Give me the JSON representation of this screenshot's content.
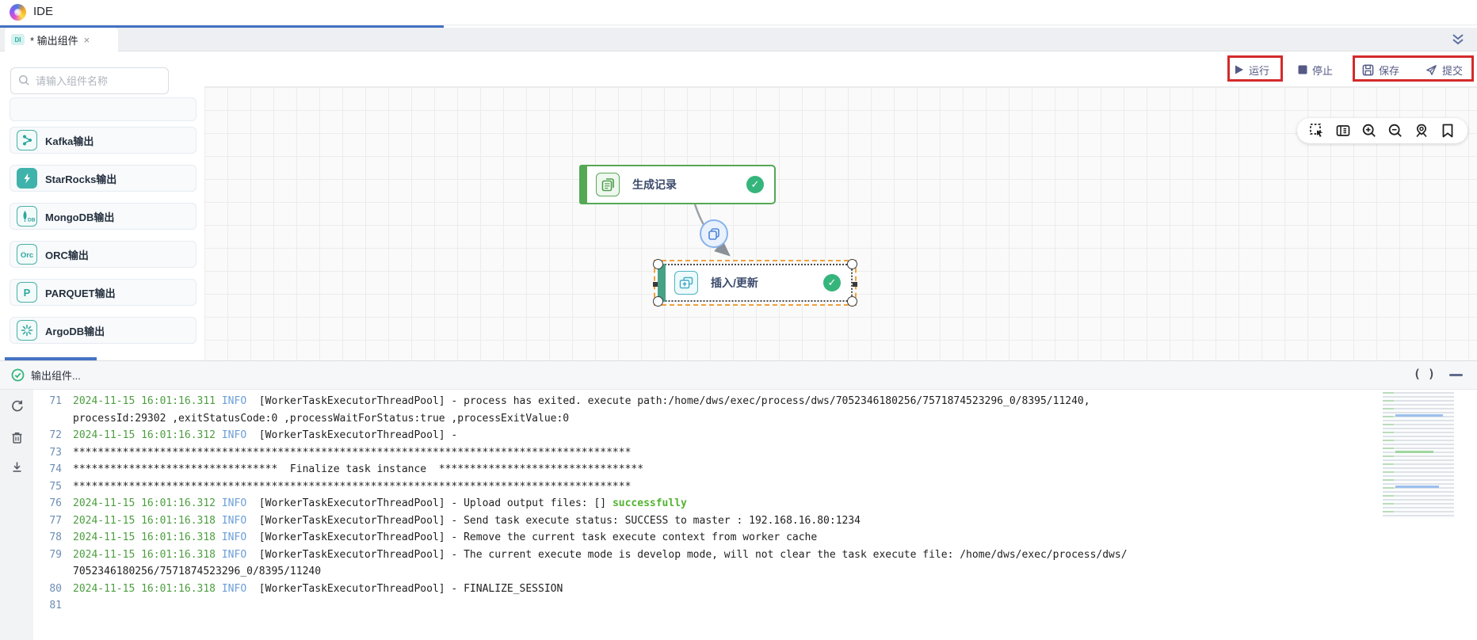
{
  "app": {
    "title": "IDE"
  },
  "tabbar": {
    "active_tab": {
      "badge": "DI",
      "title": "* 输出组件",
      "close": "×"
    }
  },
  "toolbar": {
    "run": "运行",
    "stop": "停止",
    "save": "保存",
    "submit": "提交"
  },
  "sidebar": {
    "search_placeholder": "请输入组件名称",
    "items": [
      {
        "label": "Kafka输出",
        "icon": "kafka-icon"
      },
      {
        "label": "StarRocks输出",
        "icon": "starrocks-icon"
      },
      {
        "label": "MongoDB输出",
        "icon": "mongodb-icon",
        "icon_text": "DB"
      },
      {
        "label": "ORC输出",
        "icon": "orc-icon",
        "icon_text": "Orc"
      },
      {
        "label": "PARQUET输出",
        "icon": "parquet-icon",
        "icon_text": "P"
      },
      {
        "label": "ArgoDB输出",
        "icon": "argodb-icon"
      }
    ]
  },
  "canvas": {
    "nodes": [
      {
        "label": "生成记录",
        "status": "success"
      },
      {
        "label": "插入/更新",
        "status": "success",
        "selected": true
      }
    ],
    "toolbar_icons": [
      "marquee-select-icon",
      "panel-icon",
      "zoom-in-icon",
      "zoom-out-icon",
      "locate-icon",
      "bookmark-icon"
    ]
  },
  "panel": {
    "tab_title": "输出组件..."
  },
  "log": {
    "lines": [
      {
        "num": "71",
        "ts": "2024-11-15 16:01:16.311 ",
        "lvl": "INFO",
        "txt": "  [WorkerTaskExecutorThreadPool] - process has exited. execute path:/home/dws/exec/process/dws/7052346180256/7571874523296_0/8395/11240,",
        "hl": ""
      },
      {
        "num": "",
        "ts": "",
        "lvl": "",
        "txt": "processId:29302 ,exitStatusCode:0 ,processWaitForStatus:true ,processExitValue:0",
        "hl": ""
      },
      {
        "num": "72",
        "ts": "2024-11-15 16:01:16.312 ",
        "lvl": "INFO",
        "txt": "  [WorkerTaskExecutorThreadPool] - ",
        "hl": ""
      },
      {
        "num": "73",
        "ts": "",
        "lvl": "",
        "txt": "******************************************************************************************",
        "hl": ""
      },
      {
        "num": "74",
        "ts": "",
        "lvl": "",
        "txt": "*********************************  Finalize task instance  *********************************",
        "hl": ""
      },
      {
        "num": "75",
        "ts": "",
        "lvl": "",
        "txt": "******************************************************************************************",
        "hl": ""
      },
      {
        "num": "76",
        "ts": "2024-11-15 16:01:16.312 ",
        "lvl": "INFO",
        "txt": "  [WorkerTaskExecutorThreadPool] - Upload output files: [] ",
        "hl": "successfully"
      },
      {
        "num": "77",
        "ts": "2024-11-15 16:01:16.318 ",
        "lvl": "INFO",
        "txt": "  [WorkerTaskExecutorThreadPool] - Send task execute status: SUCCESS to master : 192.168.16.80:1234",
        "hl": ""
      },
      {
        "num": "78",
        "ts": "2024-11-15 16:01:16.318 ",
        "lvl": "INFO",
        "txt": "  [WorkerTaskExecutorThreadPool] - Remove the current task execute context from worker cache",
        "hl": ""
      },
      {
        "num": "79",
        "ts": "2024-11-15 16:01:16.318 ",
        "lvl": "INFO",
        "txt": "  [WorkerTaskExecutorThreadPool] - The current execute mode is develop mode, will not clear the task execute file: /home/dws/exec/process/dws/",
        "hl": ""
      },
      {
        "num": "",
        "ts": "",
        "lvl": "",
        "txt": "7052346180256/7571874523296_0/8395/11240",
        "hl": ""
      },
      {
        "num": "80",
        "ts": "2024-11-15 16:01:16.318 ",
        "lvl": "INFO",
        "txt": "  [WorkerTaskExecutorThreadPool] - FINALIZE_SESSION",
        "hl": ""
      },
      {
        "num": "81",
        "ts": "",
        "lvl": "",
        "txt": "",
        "hl": ""
      }
    ]
  },
  "colors": {
    "accent_blue": "#4472c4",
    "annotation_red": "#d42a2a",
    "node_green": "#55a855",
    "node_teal": "#46a185",
    "success_check": "#35b57c",
    "sidebar_teal": "#49b0a8",
    "log_timestamp_green": "#4c9e3f",
    "log_info_blue": "#6c9ed8",
    "log_success_green": "#53b332"
  }
}
